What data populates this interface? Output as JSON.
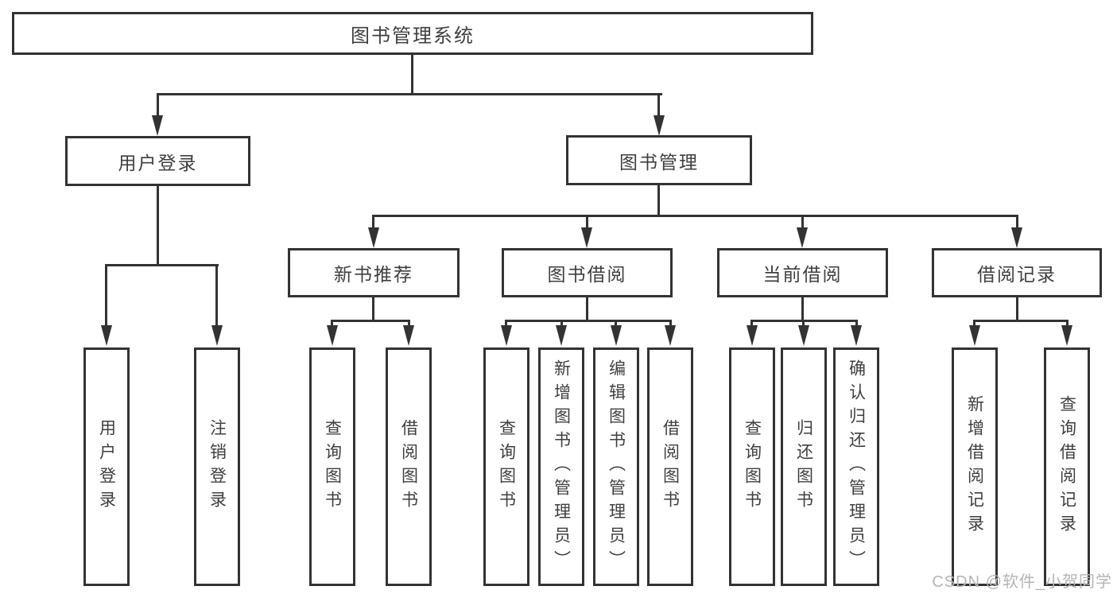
{
  "tree": {
    "root": {
      "label": "图书管理系统"
    },
    "branches": [
      {
        "label": "用户登录",
        "leaves": [
          {
            "label": "用户登录"
          },
          {
            "label": "注销登录"
          }
        ]
      },
      {
        "label": "图书管理",
        "groups": [
          {
            "label": "新书推荐",
            "leaves": [
              {
                "label": "查询图书"
              },
              {
                "label": "借阅图书"
              }
            ]
          },
          {
            "label": "图书借阅",
            "leaves": [
              {
                "label": "查询图书"
              },
              {
                "label": "新增图书（管理员）"
              },
              {
                "label": "编辑图书（管理员）"
              },
              {
                "label": "借阅图书"
              }
            ]
          },
          {
            "label": "当前借阅",
            "leaves": [
              {
                "label": "查询图书"
              },
              {
                "label": "归还图书"
              },
              {
                "label": "确认归还（管理员）"
              }
            ]
          },
          {
            "label": "借阅记录",
            "leaves": [
              {
                "label": "新增借阅记录"
              },
              {
                "label": "查询借阅记录"
              }
            ]
          }
        ]
      }
    ]
  },
  "watermark": {
    "text": "CSDN @软件_小贺同学"
  },
  "colors": {
    "line": "#333333",
    "text": "#3f3f3f",
    "watermark": "#b5b5b5",
    "bg": "#ffffff"
  }
}
